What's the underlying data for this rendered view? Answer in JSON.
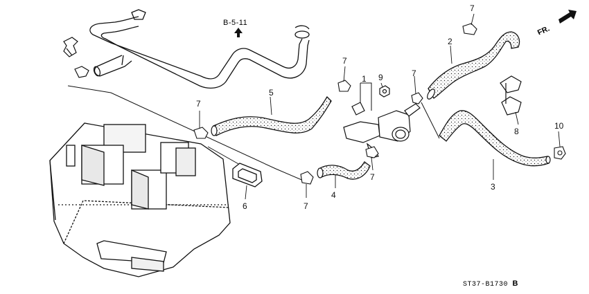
{
  "diagram": {
    "reference_label": "B-5-11",
    "direction_label": "FR.",
    "part_number_code": "ST37-B1730",
    "part_number_suffix": "B"
  },
  "callouts": [
    "1",
    "2",
    "3",
    "4",
    "5",
    "6",
    "7",
    "7",
    "7",
    "7",
    "7",
    "7",
    "7",
    "8",
    "9",
    "10"
  ]
}
